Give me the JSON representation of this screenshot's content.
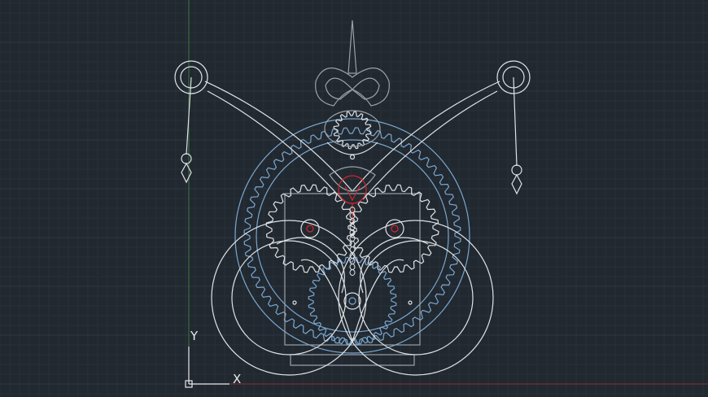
{
  "app": {
    "type": "CAD model space viewport"
  },
  "colors": {
    "background": "#212830",
    "grid_minor": "#263039",
    "grid_major": "#2d3843",
    "x_axis": "#8a2e36",
    "y_axis": "#3f7a3f",
    "linework": "#dfe3e6",
    "linework_dim": "#9aa1a8",
    "blue_layer": "#7ba7cf",
    "red_layer": "#d8252a",
    "ucs_icon": "#e8eaec"
  },
  "ucs": {
    "x_label": "X",
    "y_label": "Y",
    "icon": "ucs-icon"
  },
  "drawing": {
    "description_layers": [
      "frame",
      "gears",
      "pendulum-arms",
      "escapement"
    ],
    "gear_teeth": {
      "big_gear": 60,
      "left_gear": 24,
      "right_gear": 24,
      "lower_gear": 32,
      "top_gear": 16
    }
  }
}
